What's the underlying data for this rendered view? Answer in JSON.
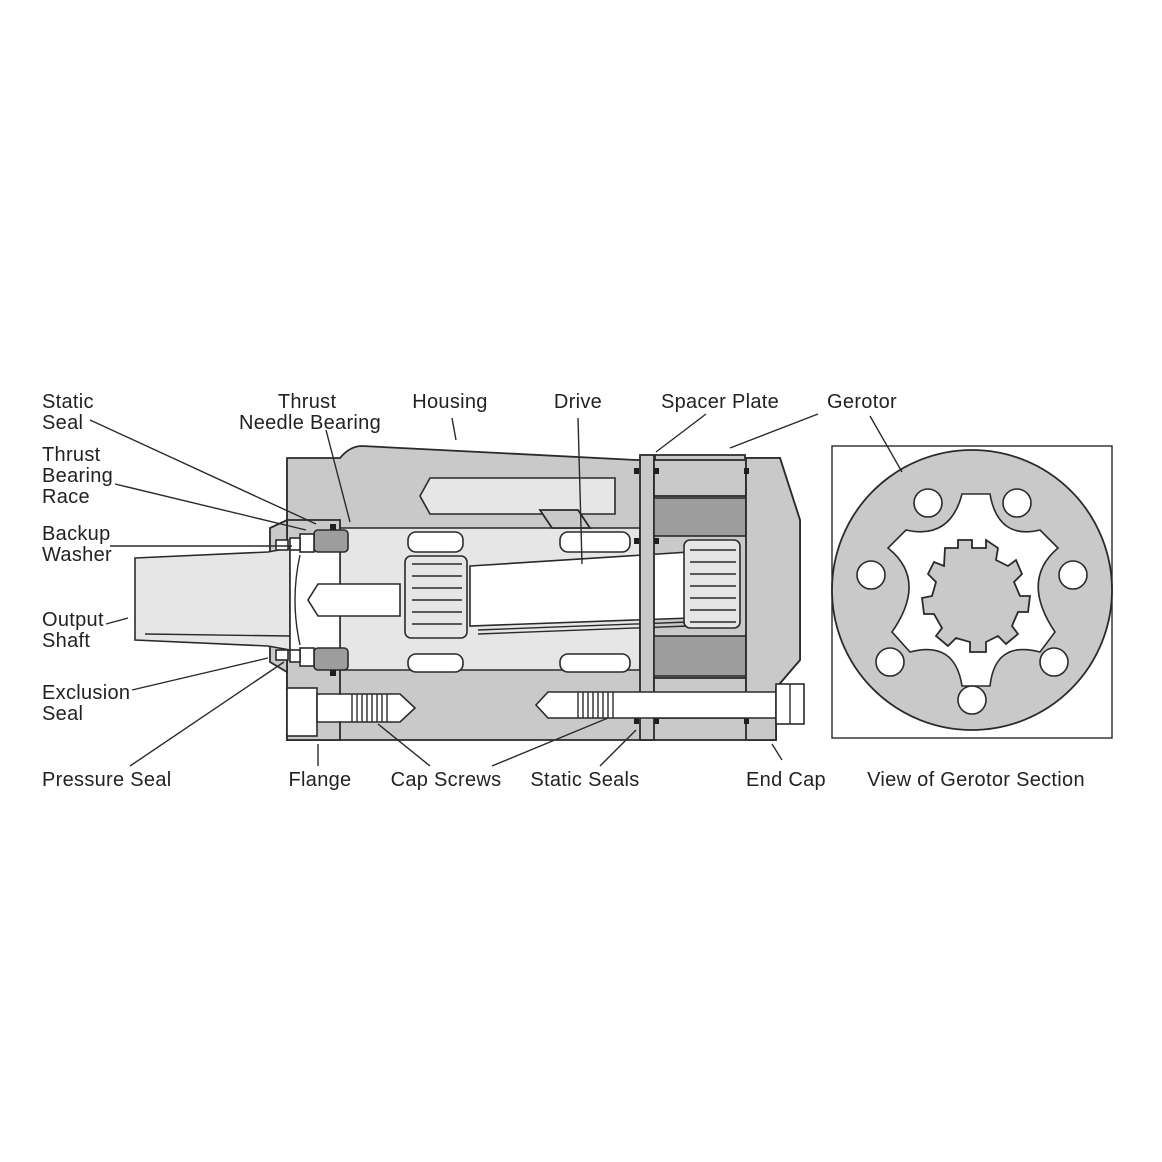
{
  "labels": {
    "static_seal_top": [
      "Static",
      "Seal"
    ],
    "thrust_bearing_race": [
      "Thrust",
      "Bearing",
      "Race"
    ],
    "backup_washer": [
      "Backup",
      "Washer"
    ],
    "output_shaft": [
      "Output",
      "Shaft"
    ],
    "exclusion_seal": [
      "Exclusion",
      "Seal"
    ],
    "pressure_seal": "Pressure Seal",
    "thrust_needle_bearing": [
      "Thrust",
      "Needle Bearing"
    ],
    "housing": "Housing",
    "drive": "Drive",
    "spacer_plate": "Spacer Plate",
    "gerotor": "Gerotor",
    "flange": "Flange",
    "cap_screws": "Cap Screws",
    "static_seals": "Static Seals",
    "end_cap": "End Cap",
    "gerotor_view": "View of Gerotor Section"
  },
  "colors": {
    "body": "#c9c9c9",
    "dark_part": "#9d9d9d",
    "light_part": "#e6e6e6",
    "line": "#2a2a2a"
  }
}
